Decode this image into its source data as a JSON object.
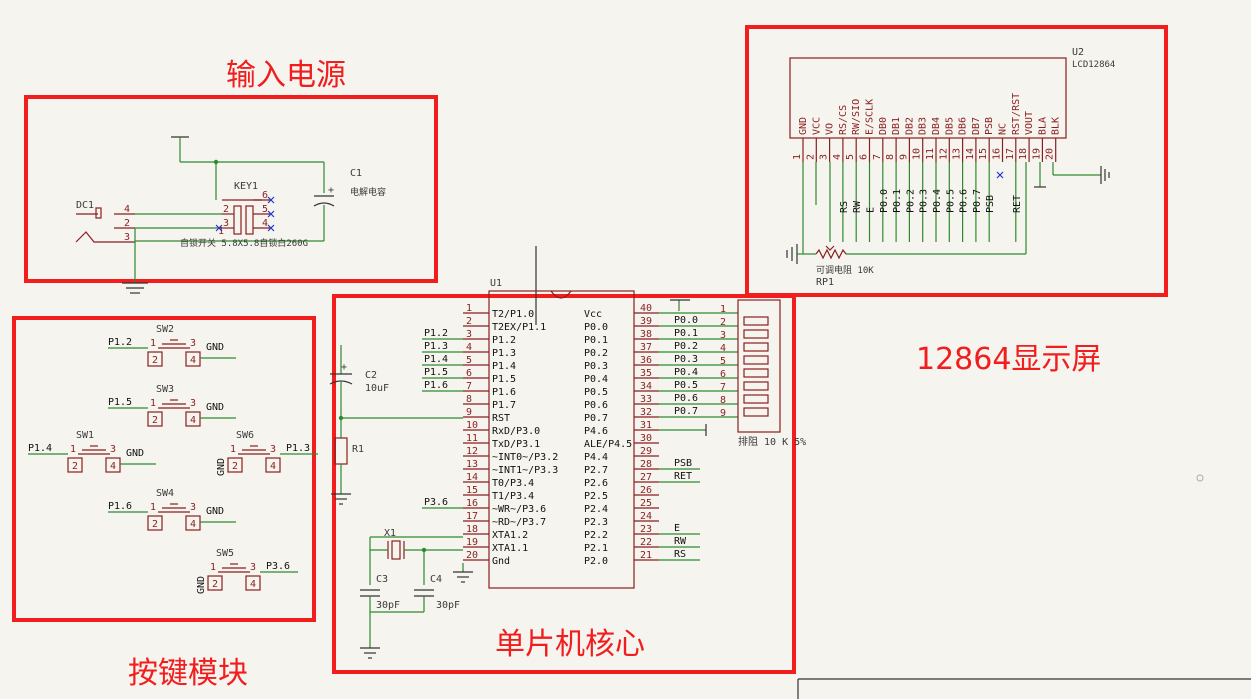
{
  "sections": {
    "power": "输入电源",
    "display": "12864显示屏",
    "buttons": "按键模块",
    "core": "单片机核心"
  },
  "power": {
    "dc1": "DC1",
    "dc1_pins": [
      "4",
      "2",
      "3"
    ],
    "key1": "KEY1",
    "key1_desc": "自锁开关 5.8X5.8自锁白260G",
    "key1_pins": [
      "2",
      "3",
      "4",
      "5",
      "6",
      "1"
    ],
    "c1": "C1",
    "c1_desc": "电解电容",
    "c1_plus": "+"
  },
  "lcd": {
    "ref": "U2",
    "value": "LCD12864",
    "pins": [
      {
        "num": "1",
        "name": "GND",
        "net": ""
      },
      {
        "num": "2",
        "name": "VCC",
        "net": ""
      },
      {
        "num": "3",
        "name": "VO",
        "net": ""
      },
      {
        "num": "4",
        "name": "RS/CS",
        "net": "RS"
      },
      {
        "num": "5",
        "name": "RW/SIO",
        "net": "RW"
      },
      {
        "num": "6",
        "name": "E/SCLK",
        "net": "E"
      },
      {
        "num": "7",
        "name": "DB0",
        "net": "P0.0"
      },
      {
        "num": "8",
        "name": "DB1",
        "net": "P0.1"
      },
      {
        "num": "9",
        "name": "DB2",
        "net": "P0.2"
      },
      {
        "num": "10",
        "name": "DB3",
        "net": "P0.3"
      },
      {
        "num": "11",
        "name": "DB4",
        "net": "P0.4"
      },
      {
        "num": "12",
        "name": "DB5",
        "net": "P0.5"
      },
      {
        "num": "13",
        "name": "DB6",
        "net": "P0.6"
      },
      {
        "num": "14",
        "name": "DB7",
        "net": "P0.7"
      },
      {
        "num": "15",
        "name": "PSB",
        "net": "PSB"
      },
      {
        "num": "16",
        "name": "NC",
        "net": ""
      },
      {
        "num": "17",
        "name": "RST/RST",
        "net": "RET"
      },
      {
        "num": "18",
        "name": "VOUT",
        "net": ""
      },
      {
        "num": "19",
        "name": "BLA",
        "net": ""
      },
      {
        "num": "20",
        "name": "BLK",
        "net": ""
      }
    ],
    "rp1_desc": "可调电阻 10K",
    "rp1": "RP1"
  },
  "buttons": [
    {
      "ref": "SW2",
      "net": "P1.2",
      "right": "GND"
    },
    {
      "ref": "SW3",
      "net": "P1.5",
      "right": "GND"
    },
    {
      "ref": "SW1",
      "net": "P1.4",
      "right": "GND"
    },
    {
      "ref": "SW6",
      "net": "P1.3",
      "left": "GND"
    },
    {
      "ref": "SW4",
      "net": "P1.6",
      "right": "GND"
    },
    {
      "ref": "SW5",
      "net": "P3.6",
      "left": "GND"
    }
  ],
  "sw_pins": [
    "1",
    "2",
    "3",
    "4"
  ],
  "mcu": {
    "ref": "U1",
    "left": [
      {
        "num": "1",
        "name": "T2/P1.0",
        "net": ""
      },
      {
        "num": "2",
        "name": "T2EX/P1.1",
        "net": ""
      },
      {
        "num": "3",
        "name": "P1.2",
        "net": "P1.2"
      },
      {
        "num": "4",
        "name": "P1.3",
        "net": "P1.3"
      },
      {
        "num": "5",
        "name": "P1.4",
        "net": "P1.4"
      },
      {
        "num": "6",
        "name": "P1.5",
        "net": "P1.5"
      },
      {
        "num": "7",
        "name": "P1.6",
        "net": "P1.6"
      },
      {
        "num": "8",
        "name": "P1.7",
        "net": ""
      },
      {
        "num": "9",
        "name": "RST",
        "net": ""
      },
      {
        "num": "10",
        "name": "RxD/P3.0",
        "net": ""
      },
      {
        "num": "11",
        "name": "TxD/P3.1",
        "net": ""
      },
      {
        "num": "12",
        "name": "~INT0~/P3.2",
        "net": ""
      },
      {
        "num": "13",
        "name": "~INT1~/P3.3",
        "net": ""
      },
      {
        "num": "14",
        "name": "T0/P3.4",
        "net": ""
      },
      {
        "num": "15",
        "name": "T1/P3.4",
        "net": ""
      },
      {
        "num": "16",
        "name": "~WR~/P3.6",
        "net": "P3.6"
      },
      {
        "num": "17",
        "name": "~RD~/P3.7",
        "net": ""
      },
      {
        "num": "18",
        "name": "XTA1.2",
        "net": ""
      },
      {
        "num": "19",
        "name": "XTA1.1",
        "net": ""
      },
      {
        "num": "20",
        "name": "Gnd",
        "net": ""
      }
    ],
    "right": [
      {
        "num": "40",
        "name": "Vcc",
        "net": ""
      },
      {
        "num": "39",
        "name": "P0.0",
        "net": "P0.0"
      },
      {
        "num": "38",
        "name": "P0.1",
        "net": "P0.1"
      },
      {
        "num": "37",
        "name": "P0.2",
        "net": "P0.2"
      },
      {
        "num": "36",
        "name": "P0.3",
        "net": "P0.3"
      },
      {
        "num": "35",
        "name": "P0.4",
        "net": "P0.4"
      },
      {
        "num": "34",
        "name": "P0.5",
        "net": "P0.5"
      },
      {
        "num": "33",
        "name": "P0.6",
        "net": "P0.6"
      },
      {
        "num": "32",
        "name": "P0.7",
        "net": "P0.7"
      },
      {
        "num": "31",
        "name": "P4.6",
        "net": ""
      },
      {
        "num": "30",
        "name": "ALE/P4.5",
        "net": ""
      },
      {
        "num": "29",
        "name": "P4.4",
        "net": ""
      },
      {
        "num": "28",
        "name": "P2.7",
        "net": "PSB"
      },
      {
        "num": "27",
        "name": "P2.6",
        "net": "RET"
      },
      {
        "num": "26",
        "name": "P2.5",
        "net": ""
      },
      {
        "num": "25",
        "name": "P2.4",
        "net": ""
      },
      {
        "num": "24",
        "name": "P2.3",
        "net": ""
      },
      {
        "num": "23",
        "name": "P2.2",
        "net": "E"
      },
      {
        "num": "22",
        "name": "P2.1",
        "net": "RW"
      },
      {
        "num": "21",
        "name": "P2.0",
        "net": "RS"
      }
    ],
    "rn_pins": [
      "1",
      "2",
      "3",
      "4",
      "5",
      "6",
      "7",
      "8",
      "9"
    ],
    "rn_desc": "排阻 10 K   5%",
    "c2": "C2",
    "c2_val": "10uF",
    "c2_plus": "+",
    "r1": "R1",
    "x1": "X1",
    "c3": "C3",
    "c3_val": "30pF",
    "c4": "C4",
    "c4_val": "30pF"
  }
}
